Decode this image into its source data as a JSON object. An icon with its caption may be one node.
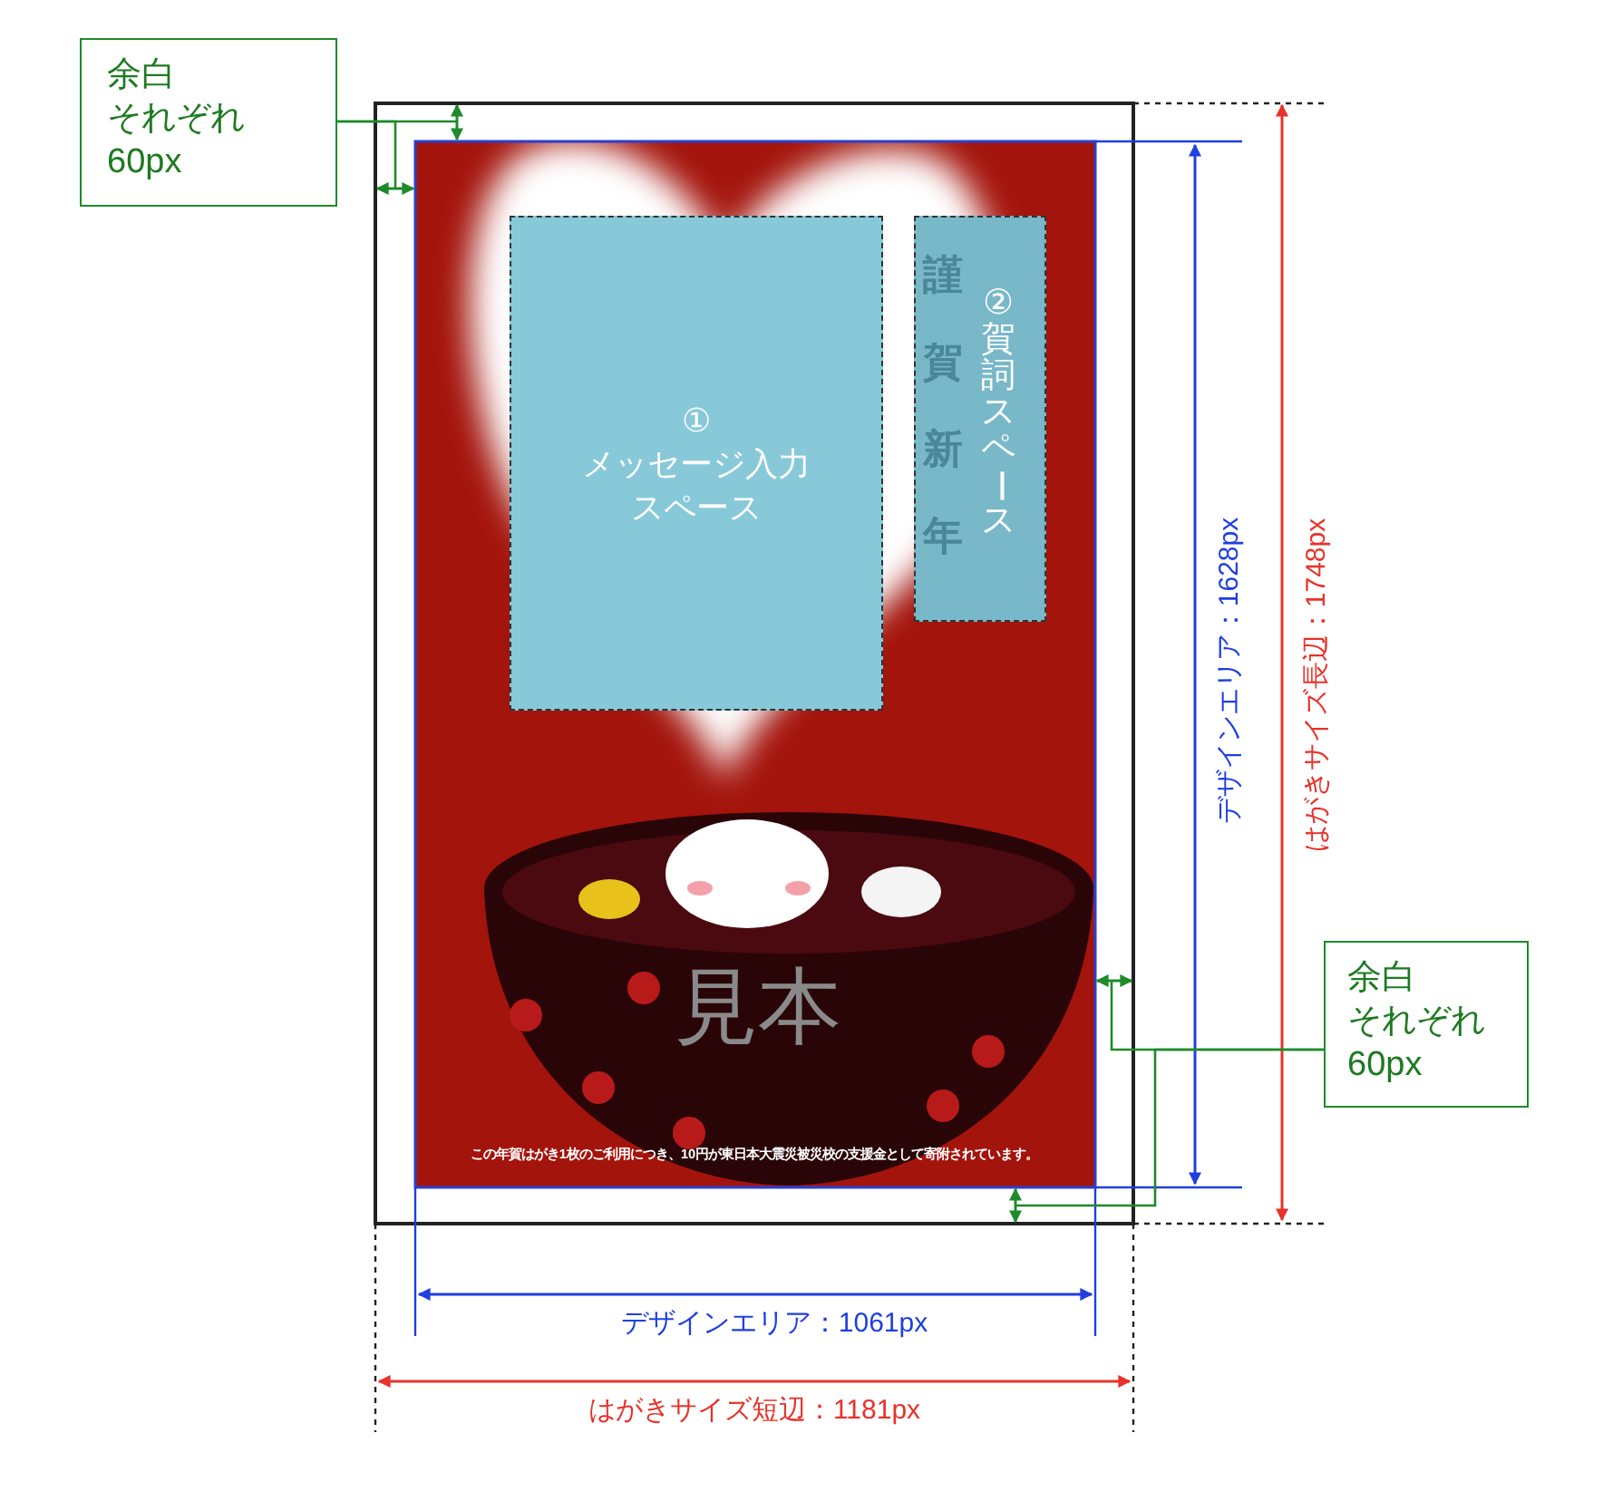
{
  "diagram": {
    "nodes": [
      {
        "text": [
          "余白それぞれ60px"
        ]
      },
      {
        "text": [
          "①",
          "メッセージ入力スペース"
        ]
      },
      {
        "text": [
          "②賀詞スペース"
        ]
      },
      {
        "text": [
          "余白それぞれ60px"
        ]
      }
    ],
    "edges": [
      {
        "from": 0,
        "to": null,
        "arrow": "none"
      },
      {
        "from": 0,
        "to": null,
        "arrow": "none"
      },
      {
        "from": 3,
        "to": null,
        "arrow": "none"
      },
      {
        "from": 3,
        "to": null,
        "arrow": "none"
      }
    ],
    "labels": [
      "謹賀新年",
      "見本",
      "この年賀はがき1枚のご利用につき、10円が東日本大震災被災校の支援金として寄附されています。",
      "デザインエリア：1628px",
      "はがきサイズ長辺：1748px",
      "デザインエリア：1061px",
      "はがきサイズ短辺：1181px"
    ]
  }
}
